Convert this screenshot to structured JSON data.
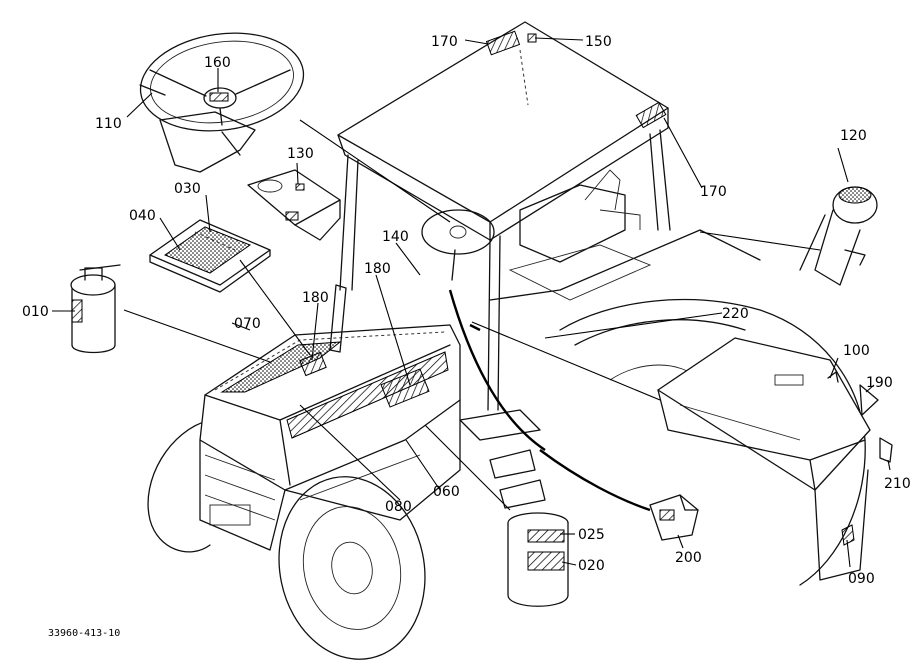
{
  "callouts": [
    {
      "id": "c170a",
      "text": "170"
    },
    {
      "id": "c150",
      "text": "150"
    },
    {
      "id": "c160",
      "text": "160"
    },
    {
      "id": "c110",
      "text": "110"
    },
    {
      "id": "c130",
      "text": "130"
    },
    {
      "id": "c030",
      "text": "030"
    },
    {
      "id": "c040",
      "text": "040"
    },
    {
      "id": "c140",
      "text": "140"
    },
    {
      "id": "c180a",
      "text": "180"
    },
    {
      "id": "c180b",
      "text": "180"
    },
    {
      "id": "c010",
      "text": "010"
    },
    {
      "id": "c070",
      "text": "070"
    },
    {
      "id": "c120",
      "text": "120"
    },
    {
      "id": "c170b",
      "text": "170"
    },
    {
      "id": "c220",
      "text": "220"
    },
    {
      "id": "c100",
      "text": "100"
    },
    {
      "id": "c190",
      "text": "190"
    },
    {
      "id": "c210",
      "text": "210"
    },
    {
      "id": "c060",
      "text": "060"
    },
    {
      "id": "c080",
      "text": "080"
    },
    {
      "id": "c025",
      "text": "025"
    },
    {
      "id": "c020",
      "text": "020"
    },
    {
      "id": "c200",
      "text": "200"
    },
    {
      "id": "c090",
      "text": "090"
    }
  ],
  "drawing_ref": "33960-413-10"
}
